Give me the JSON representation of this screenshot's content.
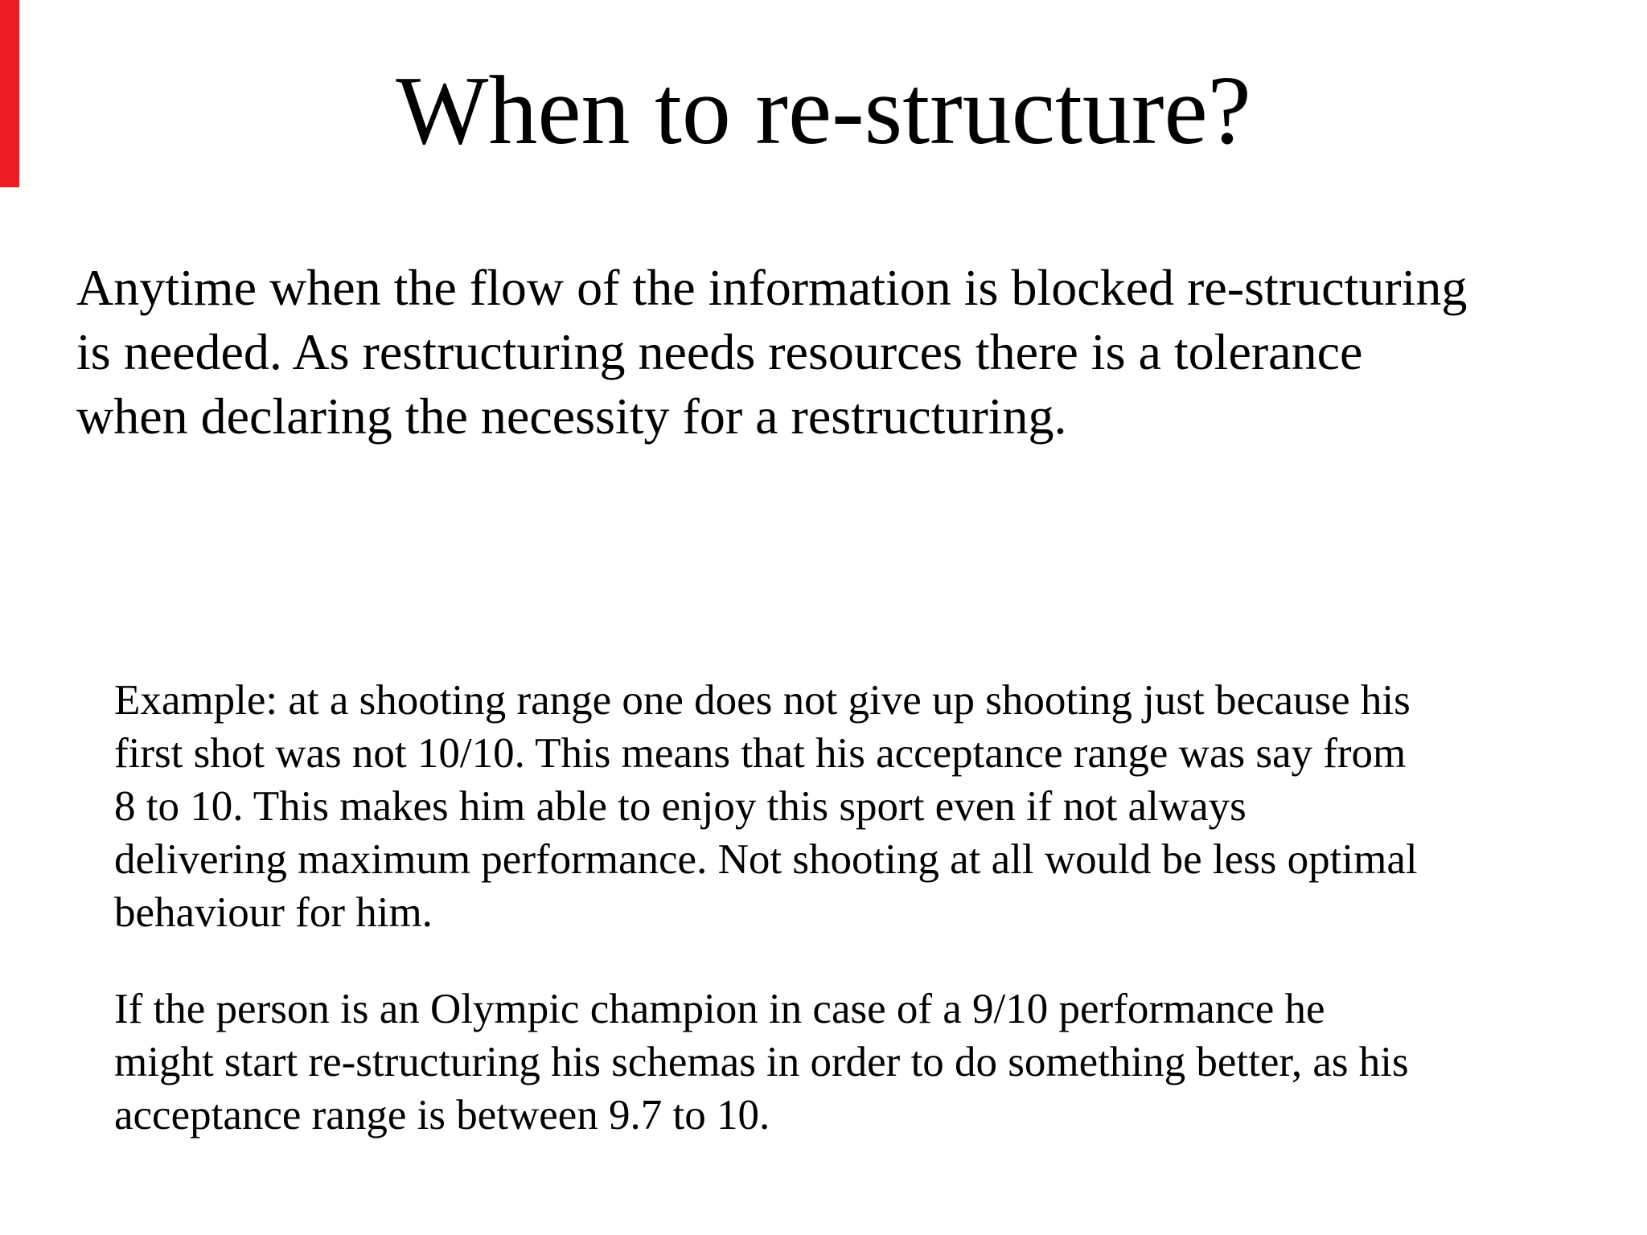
{
  "slide": {
    "background_color": "#ffffff",
    "text_color": "#000000",
    "accent_color": "#ee1c25",
    "title": "When to re-structure?",
    "intro": {
      "full_text": "Anytime when the flow of the information is blocked re-structuring is needed. As restructuring needs resources there is a tolerance when declaring the necessity for a restructuring.",
      "lines": [
        "Anytime when the flow of the information is blocked re-structuring",
        "is needed. As restructuring needs resources there is a tolerance",
        "when declaring the necessity for a restructuring."
      ]
    },
    "example": {
      "full_text": "Example: at a shooting range one does not give up shooting just because his first shot was not 10/10. This means that his acceptance range was say from 8 to 10. This makes him able to enjoy this sport even if not always delivering maximum performance. Not shooting at all would be less optimal behaviour for him.",
      "lines": [
        "Example: at a shooting range one does not give up shooting just because his",
        "first shot was not 10/10. This means that his acceptance range was say from",
        "8 to 10. This makes him able to enjoy this sport even if not always",
        "delivering maximum performance. Not shooting at all would be less optimal",
        "behaviour for him."
      ]
    },
    "olympic": {
      "full_text": "If the person is an Olympic champion in case of a 9/10 performance he might start re-structuring his schemas in order to do something better, as his acceptance range is between 9.7 to 10.",
      "lines": [
        "If the person is an Olympic champion in case of a 9/10 performance he",
        "might start re-structuring his schemas in order to do something better, as his",
        "acceptance range is between 9.7 to 10."
      ]
    }
  }
}
